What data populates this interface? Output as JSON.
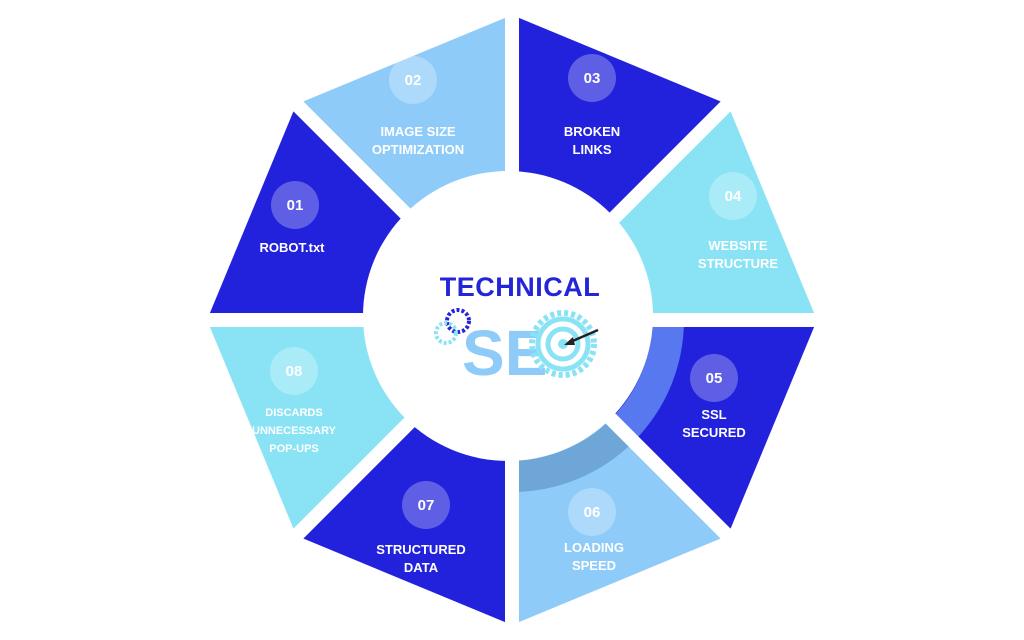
{
  "center": {
    "title": "TECHNICAL",
    "logo_text": "SEO"
  },
  "segments": [
    {
      "number": "01",
      "label": "ROBOT.txt",
      "color": "#2222dd"
    },
    {
      "number": "02",
      "label": "IMAGE SIZE\nOPTIMIZATION",
      "color": "#8ecbf8"
    },
    {
      "number": "03",
      "label": "BROKEN\nLINKS",
      "color": "#2222dd"
    },
    {
      "number": "04",
      "label": "WEBSITE\nSTRUCTURE",
      "color": "#8ae3f5"
    },
    {
      "number": "05",
      "label": "SSL\nSECURED",
      "color": "#2222dd"
    },
    {
      "number": "06",
      "label": "LOADING\nSPEED",
      "color": "#8ecbf8"
    },
    {
      "number": "07",
      "label": "STRUCTURED\nDATA",
      "color": "#2222dd"
    },
    {
      "number": "08",
      "label": "DISCARDS\nUNNECESSARY\nPOP-UPS",
      "color": "#8ae3f5"
    }
  ]
}
